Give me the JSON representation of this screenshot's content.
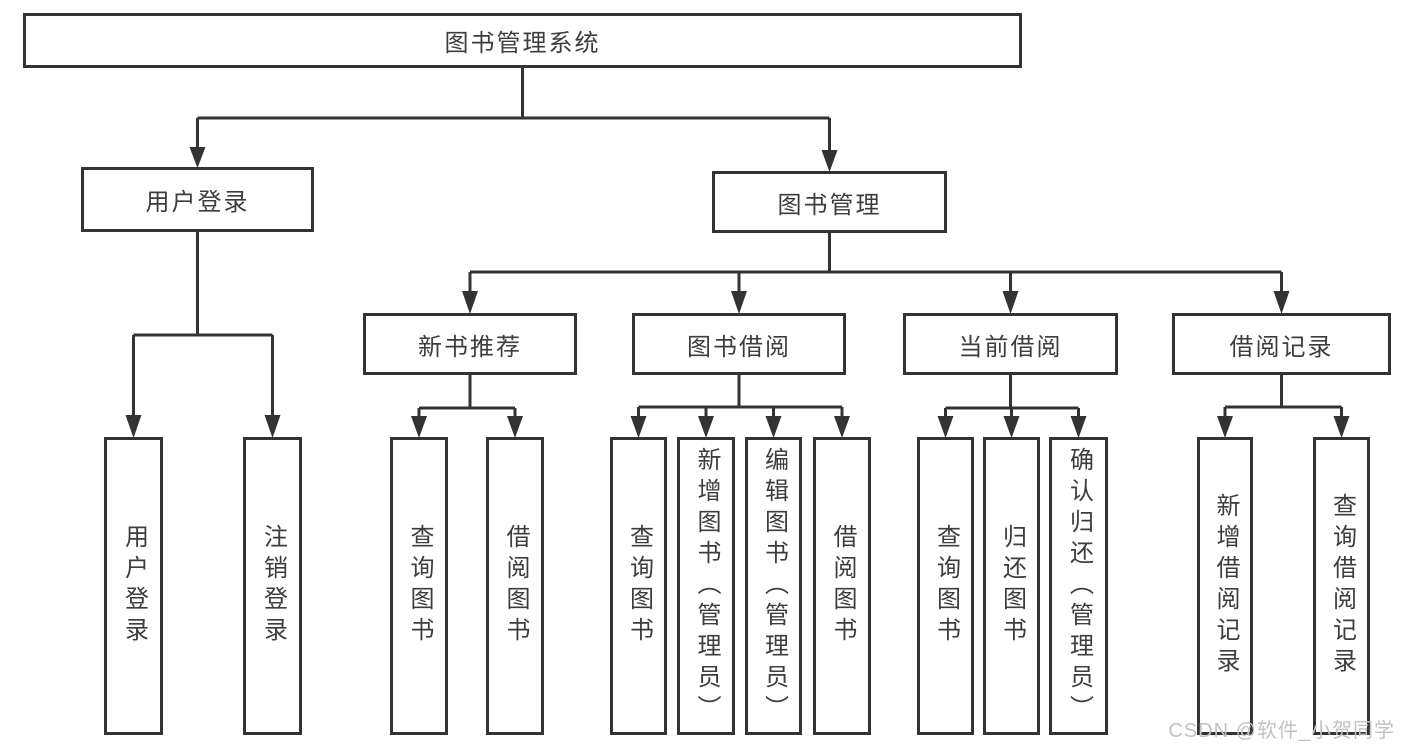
{
  "colors": {
    "line": "#333333",
    "box_border": "#333333",
    "text": "#3d3d3d",
    "watermark": "#c2c2c2",
    "background": "#ffffff"
  },
  "watermark": {
    "text": "CSDN @软件_小贺同学"
  },
  "tree": {
    "root": {
      "label": "图书管理系统",
      "children": [
        {
          "label": "用户登录",
          "children": [
            {
              "label": "用户登录"
            },
            {
              "label": "注销登录"
            }
          ]
        },
        {
          "label": "图书管理",
          "children": [
            {
              "label": "新书推荐",
              "children": [
                {
                  "label": "查询图书"
                },
                {
                  "label": "借阅图书"
                }
              ]
            },
            {
              "label": "图书借阅",
              "children": [
                {
                  "label": "查询图书"
                },
                {
                  "label": "新增图书（管理员）"
                },
                {
                  "label": "编辑图书（管理员）"
                },
                {
                  "label": "借阅图书"
                }
              ]
            },
            {
              "label": "当前借阅",
              "children": [
                {
                  "label": "查询图书"
                },
                {
                  "label": "归还图书"
                },
                {
                  "label": "确认归还（管理员）"
                }
              ]
            },
            {
              "label": "借阅记录",
              "children": [
                {
                  "label": "新增借阅记录"
                },
                {
                  "label": "查询借阅记录"
                }
              ]
            }
          ]
        }
      ]
    }
  }
}
